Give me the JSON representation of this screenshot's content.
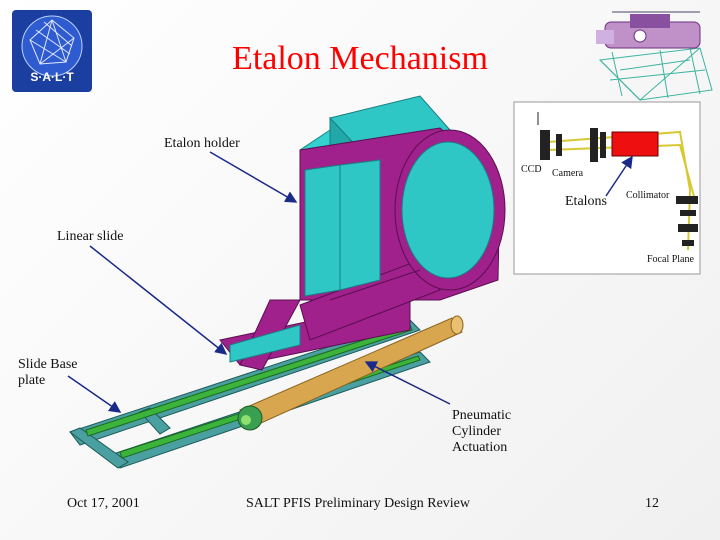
{
  "slide": {
    "title": "Etalon Mechanism",
    "logo_text": "S·A·L·T",
    "callouts": {
      "etalon_holder": "Etalon holder",
      "linear_slide": "Linear slide",
      "slide_base_plate": "Slide Base plate",
      "pneumatic": "Pneumatic Cylinder Actuation"
    },
    "inset": {
      "ccd": "CCD",
      "camera": "Camera",
      "etalons": "Etalons",
      "collimator": "Collimator",
      "focal_plane": "Focal Plane"
    },
    "footer": {
      "date": "Oct 17, 2001",
      "center": "SALT PFIS Preliminary Design Review",
      "page": "12"
    }
  },
  "colors": {
    "title": "#ff0000",
    "holder_purple": "#a0208c",
    "etalon_cyan": "#2fc6c6",
    "rail_green": "#3cb43c",
    "base_teal": "#4aa0a0",
    "cylinder": "#d9a650",
    "logo_blue": "#1b3fa0"
  }
}
